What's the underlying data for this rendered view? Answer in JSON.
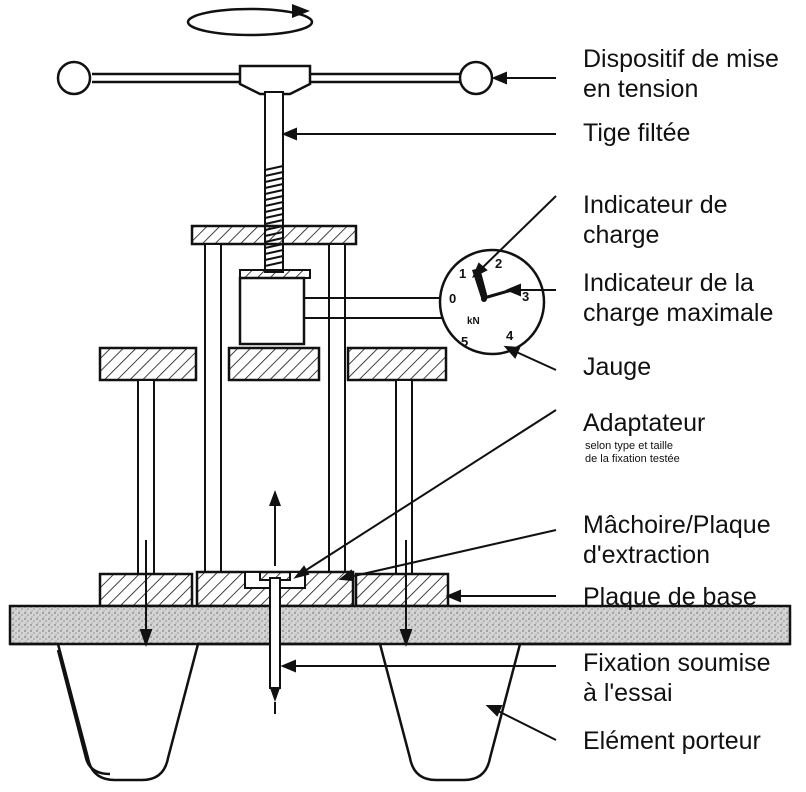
{
  "labels": {
    "tension_device_line1": "Dispositif de mise",
    "tension_device_line2": "en tension",
    "threaded_rod": "Tige filtée",
    "load_indicator_line1": "Indicateur de",
    "load_indicator_line2": "charge",
    "max_load_indicator_line1": "Indicateur de la",
    "max_load_indicator_line2": "charge maximale",
    "gauge": "Jauge",
    "adapter": "Adaptateur",
    "adapter_note_line1": "selon type et taille",
    "adapter_note_line2": "de la fixation testée",
    "jaw_line1": "Mâchoire/Plaque",
    "jaw_line2": "d'extraction",
    "base_plate": "Plaque de base",
    "fixing_line1": "Fixation soumise",
    "fixing_line2": "à l'essai",
    "support_element": "Elément porteur"
  },
  "gauge": {
    "numbers": [
      "0",
      "1",
      "2",
      "3",
      "4",
      "5"
    ],
    "unit": "kN"
  },
  "colors": {
    "ink": "#111111",
    "background": "#ffffff",
    "deck_fill": "#cfcfcf"
  }
}
